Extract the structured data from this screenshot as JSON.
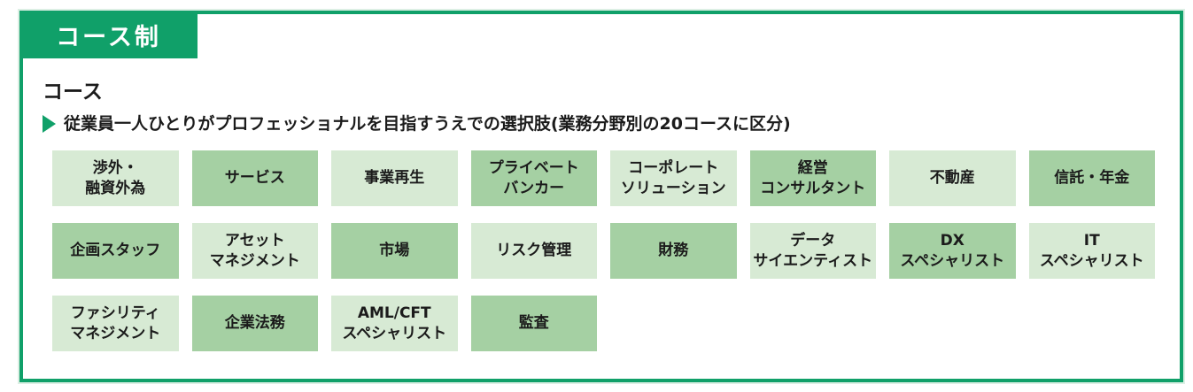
{
  "colors": {
    "green": "#10a069",
    "cell-dark": "#a5d0a3",
    "cell-light": "#d7ead4",
    "ink": "#1b1b1b"
  },
  "tab": {
    "label": "コース制"
  },
  "section": {
    "heading": "コース",
    "bullet_icon": "triangle-right-icon",
    "description": "従業員一人ひとりがプロフェッショナルを目指すうえでの選択肢(業務分野別の20コースに区分)",
    "course_count": "20"
  },
  "courses": [
    {
      "label": "渉外・\n融資外為",
      "shade": "light"
    },
    {
      "label": "サービス",
      "shade": "dark"
    },
    {
      "label": "事業再生",
      "shade": "light"
    },
    {
      "label": "プライベート\nバンカー",
      "shade": "dark"
    },
    {
      "label": "コーポレート\nソリューション",
      "shade": "light"
    },
    {
      "label": "経営\nコンサルタント",
      "shade": "dark"
    },
    {
      "label": "不動産",
      "shade": "light"
    },
    {
      "label": "信託・年金",
      "shade": "dark"
    },
    {
      "label": "企画スタッフ",
      "shade": "dark"
    },
    {
      "label": "アセット\nマネジメント",
      "shade": "light"
    },
    {
      "label": "市場",
      "shade": "dark"
    },
    {
      "label": "リスク管理",
      "shade": "light"
    },
    {
      "label": "財務",
      "shade": "dark"
    },
    {
      "label": "データ\nサイエンティスト",
      "shade": "light"
    },
    {
      "label": "DX\nスペシャリスト",
      "shade": "dark"
    },
    {
      "label": "IT\nスペシャリスト",
      "shade": "light"
    },
    {
      "label": "ファシリティ\nマネジメント",
      "shade": "light"
    },
    {
      "label": "企業法務",
      "shade": "dark"
    },
    {
      "label": "AML/CFT\nスペシャリスト",
      "shade": "light"
    },
    {
      "label": "監査",
      "shade": "dark"
    }
  ]
}
